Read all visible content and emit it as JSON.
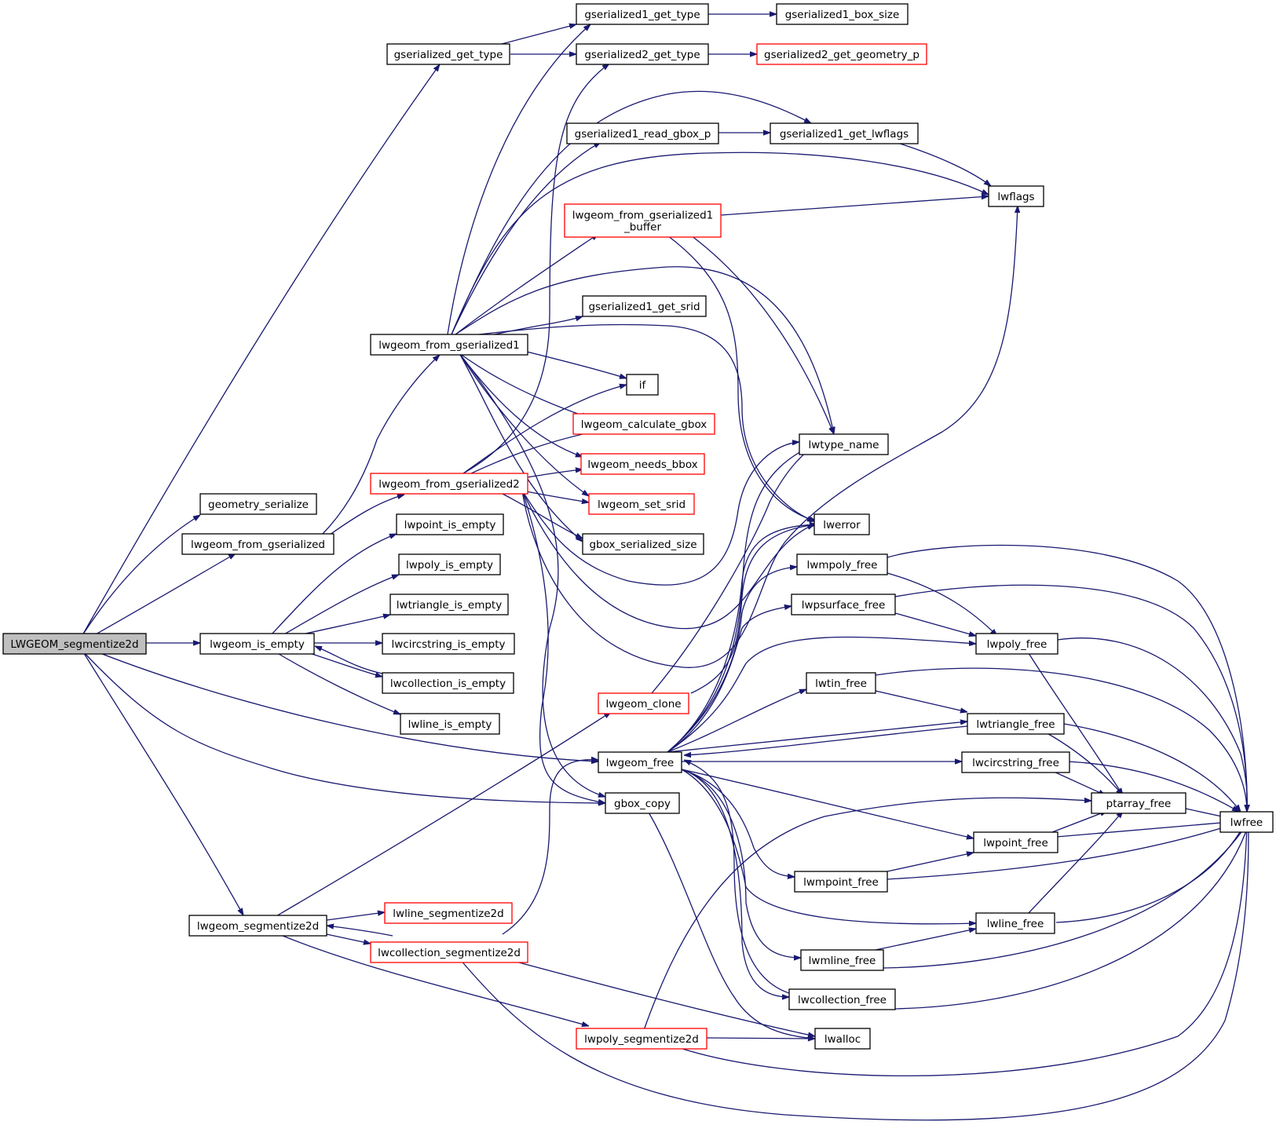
{
  "colors": {
    "edge": "#191970",
    "red_border": "#ff0000",
    "black_border": "#000000",
    "root_fill": "#bfbfbf"
  },
  "nodes": {
    "LWGEOM_segmentize2d": {
      "label": "LWGEOM_segmentize2d",
      "style": "root"
    },
    "gserialized_get_type": {
      "label": "gserialized_get_type",
      "style": "black"
    },
    "gserialized1_get_type": {
      "label": "gserialized1_get_type",
      "style": "black"
    },
    "gserialized2_get_type": {
      "label": "gserialized2_get_type",
      "style": "black"
    },
    "gserialized1_box_size": {
      "label": "gserialized1_box_size",
      "style": "black"
    },
    "gserialized2_get_geometry_p": {
      "label": "gserialized2_get_geometry_p",
      "style": "red"
    },
    "gserialized1_read_gbox_p": {
      "label": "gserialized1_read_gbox_p",
      "style": "black"
    },
    "gserialized1_get_lwflags": {
      "label": "gserialized1_get_lwflags",
      "style": "black"
    },
    "lwflags": {
      "label": "lwflags",
      "style": "black"
    },
    "lwgeom_from_gserialized1_buffer": {
      "label": "lwgeom_from_gserialized1\n_buffer",
      "style": "red"
    },
    "gserialized1_get_srid": {
      "label": "gserialized1_get_srid",
      "style": "black"
    },
    "lwgeom_from_gserialized1": {
      "label": "lwgeom_from_gserialized1",
      "style": "black"
    },
    "if": {
      "label": "if",
      "style": "black"
    },
    "lwgeom_calculate_gbox": {
      "label": "lwgeom_calculate_gbox",
      "style": "red"
    },
    "lwtype_name": {
      "label": "lwtype_name",
      "style": "black"
    },
    "lwgeom_needs_bbox": {
      "label": "lwgeom_needs_bbox",
      "style": "red"
    },
    "lwgeom_from_gserialized2": {
      "label": "lwgeom_from_gserialized2",
      "style": "red"
    },
    "lwgeom_set_srid": {
      "label": "lwgeom_set_srid",
      "style": "red"
    },
    "geometry_serialize": {
      "label": "geometry_serialize",
      "style": "black"
    },
    "lwerror": {
      "label": "lwerror",
      "style": "black"
    },
    "lwpoint_is_empty": {
      "label": "lwpoint_is_empty",
      "style": "black"
    },
    "lwgeom_from_gserialized": {
      "label": "lwgeom_from_gserialized",
      "style": "black"
    },
    "gbox_serialized_size": {
      "label": "gbox_serialized_size",
      "style": "black"
    },
    "lwpoly_is_empty": {
      "label": "lwpoly_is_empty",
      "style": "black"
    },
    "lwmpoly_free": {
      "label": "lwmpoly_free",
      "style": "black"
    },
    "lwtriangle_is_empty": {
      "label": "lwtriangle_is_empty",
      "style": "black"
    },
    "lwpsurface_free": {
      "label": "lwpsurface_free",
      "style": "black"
    },
    "lwgeom_is_empty": {
      "label": "lwgeom_is_empty",
      "style": "black"
    },
    "lwcircstring_is_empty": {
      "label": "lwcircstring_is_empty",
      "style": "black"
    },
    "lwpoly_free": {
      "label": "lwpoly_free",
      "style": "black"
    },
    "lwtin_free": {
      "label": "lwtin_free",
      "style": "black"
    },
    "lwcollection_is_empty": {
      "label": "lwcollection_is_empty",
      "style": "black"
    },
    "lwgeom_clone": {
      "label": "lwgeom_clone",
      "style": "red"
    },
    "lwline_is_empty": {
      "label": "lwline_is_empty",
      "style": "black"
    },
    "lwtriangle_free": {
      "label": "lwtriangle_free",
      "style": "black"
    },
    "lwgeom_free": {
      "label": "lwgeom_free",
      "style": "black"
    },
    "lwcircstring_free": {
      "label": "lwcircstring_free",
      "style": "black"
    },
    "gbox_copy": {
      "label": "gbox_copy",
      "style": "black"
    },
    "ptarray_free": {
      "label": "ptarray_free",
      "style": "black"
    },
    "lwfree": {
      "label": "lwfree",
      "style": "black"
    },
    "lwpoint_free": {
      "label": "lwpoint_free",
      "style": "black"
    },
    "lwmpoint_free": {
      "label": "lwmpoint_free",
      "style": "black"
    },
    "lwline_segmentize2d": {
      "label": "lwline_segmentize2d",
      "style": "red"
    },
    "lwline_free": {
      "label": "lwline_free",
      "style": "black"
    },
    "lwgeom_segmentize2d": {
      "label": "lwgeom_segmentize2d",
      "style": "black"
    },
    "lwcollection_segmentize2d": {
      "label": "lwcollection_segmentize2d",
      "style": "red"
    },
    "lwmline_free": {
      "label": "lwmline_free",
      "style": "black"
    },
    "lwcollection_free": {
      "label": "lwcollection_free",
      "style": "black"
    },
    "lwpoly_segmentize2d": {
      "label": "lwpoly_segmentize2d",
      "style": "red"
    },
    "lwalloc": {
      "label": "lwalloc",
      "style": "black"
    }
  }
}
